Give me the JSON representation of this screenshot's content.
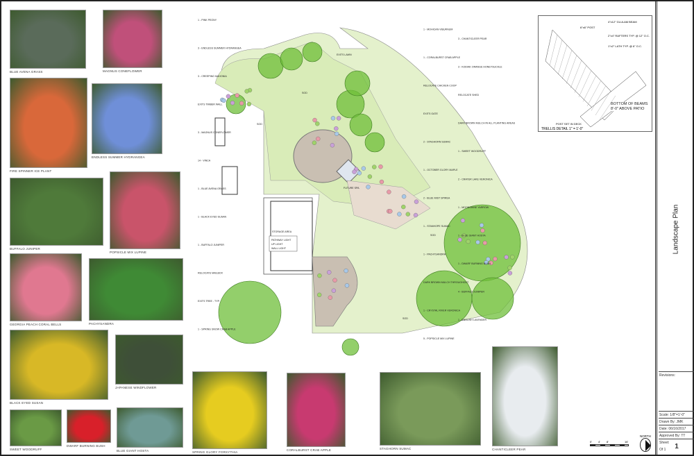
{
  "title_block": {
    "title": "Landscape Plan",
    "revisions_label": "Revisions:",
    "scale": "Scale:   1/8\"=1'-0\"",
    "drawn_by": "Drawn By:   JMK",
    "date": "Date:   06/16/2017",
    "approved_by": "Approved By:  TT",
    "sheet_label": "Sheet:",
    "sheet_number": "1",
    "of": "Of  1"
  },
  "photos": [
    {
      "caption": "Blue Avena Grass",
      "color": "#5a6b5a"
    },
    {
      "caption": "Magnus Coneflower",
      "color": "#c0507a"
    },
    {
      "caption": "Fire Spinner Ice Plant",
      "color": "#d9683a"
    },
    {
      "caption": "Endless Summer Hydrangea",
      "color": "#6f8fd8"
    },
    {
      "caption": "Buffalo Juniper",
      "color": "#4f7a3a"
    },
    {
      "caption": "Popsicle Mix Lupine",
      "color": "#c9546a"
    },
    {
      "caption": "Georgia Peach Coral Bells",
      "color": "#e07890"
    },
    {
      "caption": "Pachysandra",
      "color": "#3f8a35"
    },
    {
      "caption": "Black Eyed Susan",
      "color": "#d8b826"
    },
    {
      "caption": "Japanese Windflower",
      "color": "#3e4f38"
    },
    {
      "caption": "Sweet Woodruff",
      "color": "#6a9a45"
    },
    {
      "caption": "Dwarf Burning Bush",
      "color": "#d8202a"
    },
    {
      "caption": "Blue Giant Hosta",
      "color": "#6f9a95"
    },
    {
      "caption": "Spring Glory Forsythia",
      "color": "#e6cc20"
    },
    {
      "caption": "Coralburst Crab Apple",
      "color": "#c83a70"
    },
    {
      "caption": "Staghorn Sumac",
      "color": "#7a9a5a"
    },
    {
      "caption": "Chanticleer Pear",
      "color": "#e8ecef"
    }
  ],
  "plan": {
    "areas": {
      "sod1": "SOD",
      "sod2": "SOD",
      "sod3": "SOD",
      "sod4": "SOD",
      "lawn": "EXITS LAWN",
      "storage": "STORAGE AREA",
      "spa": "FUTURE SPA"
    },
    "callouts": [
      "1 - PINK PEONY",
      "1 - MOHICAN VIBURNUM",
      "3 - CHANTICLEER PEAR",
      "3 - ENDLESS SUMMER HYDRANGEA",
      "1 - CORALBURST CRAB APPLE",
      "3 - KODIAK ORANGE HONEYSUCKLE",
      "3 - CREEPING MAHONIA",
      "RELOCATE CHICKEN COOP",
      "RELOCATE SHED",
      "EXITS TIMBER WALL",
      "EXITS GATE",
      "DARK BROWN MULCH IN ALL PLANTING AREAS",
      "3 - MAGNUS CONEFLOWER",
      "2 - STAGHORN SUMAC",
      "1 - SWEET WOODRUFF",
      "14 - VINCA",
      "1 - OCTOBER GLORY MAPLE",
      "2 - CRATER LAKE VERONICA",
      "1 - BLUE AVENA GRASS",
      "2 - BLUE MIST SPIREA",
      "1 - MOONSHINE YARROW",
      "1 - BLACK EYED SUSAN",
      "1 - STANHOPE SUMAC",
      "1 - BLUE GIANT HOSTA",
      "1 - BUFFALO JUNIPER",
      "1 - PACHYSANDRA",
      "1 - DWARF BURNING BUSH",
      "RELOCATE MAILBOX",
      "DARK BROWN MULCH THROUGHOUT",
      "4 - BUFFALO JUNIPER",
      "EXITS TREE - TYP.",
      "1 - CRYSTAL RIVER VERONICA",
      "1 - ENGLISH LAVENDER",
      "1 - SPRING SNOW CRAB APPLE",
      "5 - POPSICLE MIX LUPINE"
    ],
    "legend": [
      "PATHWAY LIGHT",
      "UP LIGHT",
      "WALL LIGHT"
    ]
  },
  "trellis": {
    "title": "TRELLIS DETAIL  1\" = 1'-0\"",
    "notes": [
      "4\"x12\" GLULAM BEAM",
      "6\"x6\" POST",
      "2\"x4\" RAFTERS TYP. @ 12\" O.C.",
      "1\"x2\" LATH TYP. @ 6\" O.C.",
      "BOTTOM OF BEAMS 8'-0\" ABOVE PATIO",
      "POST SET IN DECK"
    ]
  },
  "scale_bar": {
    "ticks": [
      "0'",
      "4'",
      "8'",
      "16'"
    ],
    "north": "NORTH"
  },
  "colors": {
    "lawn": "#e4f1cc",
    "tree": "#6fbf3a",
    "paver": "#c9bfb2",
    "bed": "#e8dcd0"
  }
}
